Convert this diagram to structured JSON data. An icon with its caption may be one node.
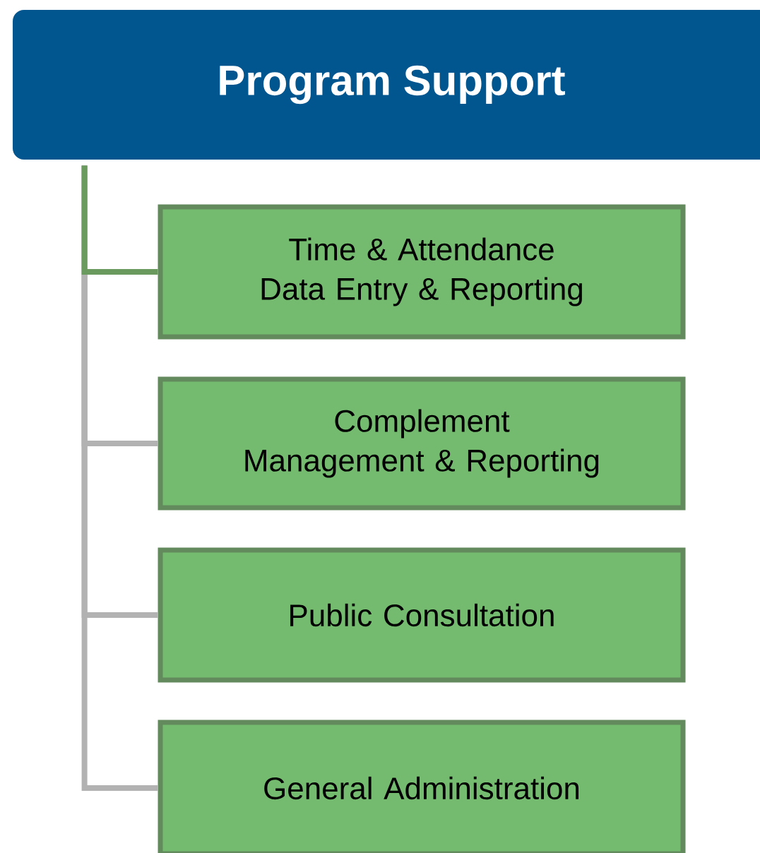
{
  "diagram": {
    "nodes": [
      {
        "text": [
          "Program Support"
        ]
      },
      {
        "text": [
          "Time & Attendance Data Entry & Reporting"
        ]
      },
      {
        "text": [
          "Complement Management & Reporting"
        ]
      },
      {
        "text": [
          "Public Consultation"
        ]
      },
      {
        "text": [
          "General Administration"
        ]
      }
    ],
    "edges": [
      {
        "from": 0,
        "to": 1,
        "arrow": "none",
        "color": "#6a9a5e"
      },
      {
        "from": 0,
        "to": 2,
        "arrow": "none"
      },
      {
        "from": 0,
        "to": 3,
        "arrow": "none"
      },
      {
        "from": 0,
        "to": 4,
        "arrow": "none"
      }
    ]
  }
}
